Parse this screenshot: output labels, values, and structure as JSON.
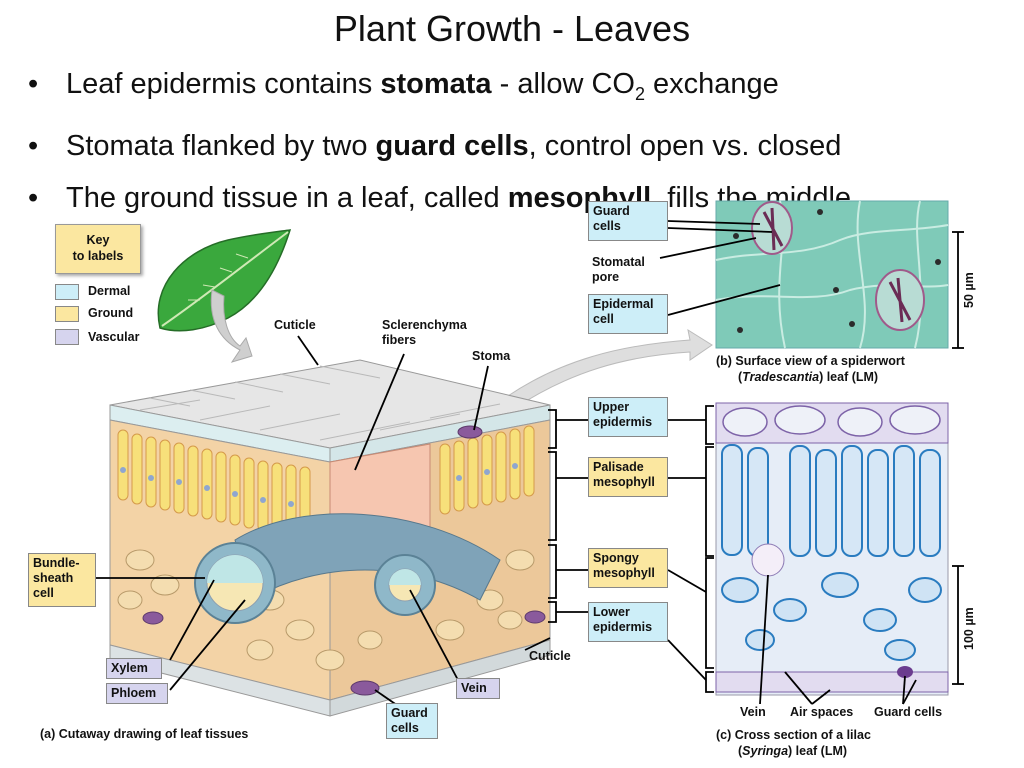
{
  "title": "Plant Growth - Leaves",
  "bullets": [
    {
      "pre": "Leaf epidermis contains ",
      "bold": "stomata",
      "post": " - allow CO",
      "sub": "2",
      "tail": " exchange"
    },
    {
      "pre": "Stomata flanked by two ",
      "bold": "guard cells",
      "post": ", control open vs. closed",
      "sub": "",
      "tail": ""
    },
    {
      "pre": "The ground tissue in a leaf, called ",
      "bold": "mesophyll",
      "post": ", fills the middle",
      "sub": "",
      "tail": ""
    }
  ],
  "key": {
    "line1": "Key",
    "line2": "to labels"
  },
  "legend": [
    {
      "label": "Dermal",
      "color": "#cdeef8"
    },
    {
      "label": "Ground",
      "color": "#fbe7a0"
    },
    {
      "label": "Vascular",
      "color": "#d6d4ee"
    }
  ],
  "labels": {
    "cuticle_top": "Cuticle",
    "sclerenchyma_1": "Sclerenchyma",
    "sclerenchyma_2": "fibers",
    "stoma": "Stoma",
    "bundle_1": "Bundle-",
    "bundle_2": "sheath",
    "bundle_3": "cell",
    "xylem": "Xylem",
    "phloem": "Phloem",
    "vein": "Vein",
    "cuticle_bottom": "Cuticle",
    "guard_cells_bottom_1": "Guard",
    "guard_cells_bottom_2": "cells",
    "guard_cells_top_1": "Guard",
    "guard_cells_top_2": "cells",
    "stomatal_pore_1": "Stomatal",
    "stomatal_pore_2": "pore",
    "epidermal_cell_1": "Epidermal",
    "epidermal_cell_2": "cell",
    "upper_epidermis_1": "Upper",
    "upper_epidermis_2": "epidermis",
    "palisade_1": "Palisade",
    "palisade_2": "mesophyll",
    "spongy_1": "Spongy",
    "spongy_2": "mesophyll",
    "lower_epidermis_1": "Lower",
    "lower_epidermis_2": "epidermis",
    "scale_50": "50 µm",
    "scale_100": "100 µm",
    "vein_c": "Vein",
    "air_spaces": "Air spaces",
    "guard_cells_c": "Guard cells"
  },
  "captions": {
    "a": "(a) Cutaway drawing of leaf tissues",
    "b_pre": "(b) Surface view of a spiderwort",
    "b_open": "(",
    "b_italic": "Tradescantia",
    "b_post": ") leaf (LM)",
    "c_pre": "(c) Cross section of a lilac",
    "c_open": "(",
    "c_italic": "Syringa",
    "c_post": ") leaf (LM)"
  }
}
